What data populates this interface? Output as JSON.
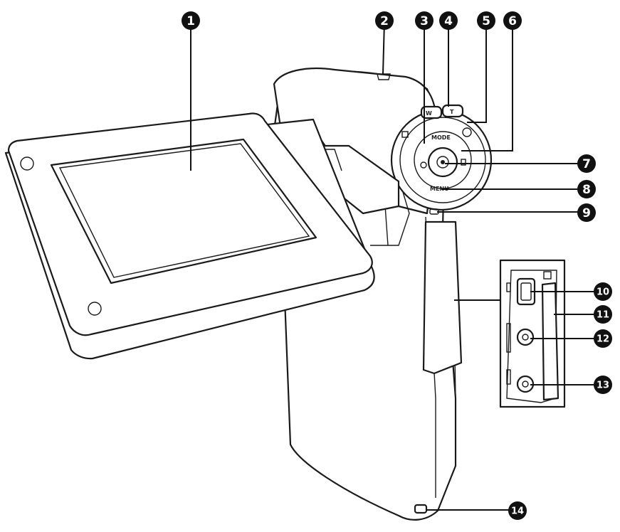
{
  "figure": {
    "subject": "camcorder",
    "callouts": [
      {
        "id": 1,
        "label": "1"
      },
      {
        "id": 2,
        "label": "2"
      },
      {
        "id": 3,
        "label": "3"
      },
      {
        "id": 4,
        "label": "4"
      },
      {
        "id": 5,
        "label": "5"
      },
      {
        "id": 6,
        "label": "6"
      },
      {
        "id": 7,
        "label": "7"
      },
      {
        "id": 8,
        "label": "8"
      },
      {
        "id": 9,
        "label": "9"
      },
      {
        "id": 10,
        "label": "10"
      },
      {
        "id": 11,
        "label": "11"
      },
      {
        "id": 12,
        "label": "12"
      },
      {
        "id": 13,
        "label": "13"
      },
      {
        "id": 14,
        "label": "14"
      }
    ],
    "button_labels": {
      "mode": "MODE",
      "menu": "MENU"
    },
    "colors": {
      "line": "#1a1a1a",
      "badge": "#111111",
      "background": "#ffffff"
    }
  }
}
